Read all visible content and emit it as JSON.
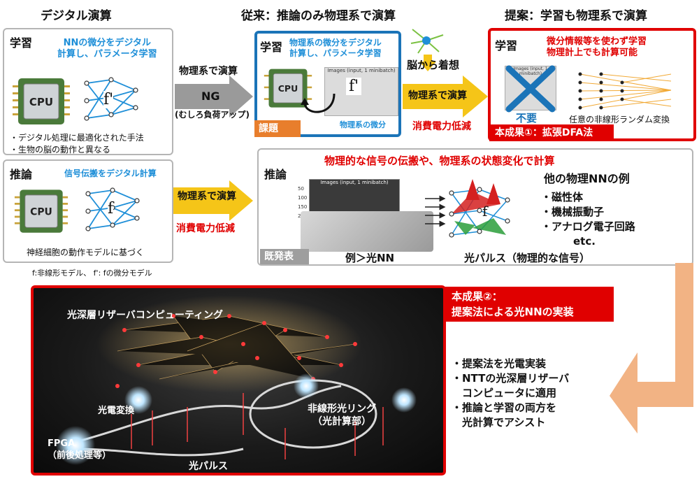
{
  "headers": {
    "digital": "デジタル演算",
    "conventional": "従来：推論のみ物理系で演算",
    "proposal": "提案：学習も物理系で演算"
  },
  "digital_learning": {
    "label": "学習",
    "desc_line1": "NNの微分をデジタル",
    "desc_line2": "計算し、パラメータ学習",
    "f_prime": "f'",
    "bullet1": "・デジタル処理に最適化された手法",
    "bullet2": "・生物の脳の動作と異なる",
    "cpu_text": "CPU"
  },
  "digital_inference": {
    "label": "推論",
    "desc": "信号伝搬をデジタル計算",
    "f": "f",
    "note": "神経細胞の動作モデルに基づく",
    "cpu_text": "CPU"
  },
  "legend_note": "f:非線形モデル、 f': fの微分モデル",
  "arrow_ng": {
    "top": "物理系で演算",
    "ng": "NG",
    "sub": "(むしろ負荷アップ)"
  },
  "arrow_inference": {
    "top": "物理系で演算",
    "bottom": "消費電力低減"
  },
  "conventional_learning": {
    "label": "学習",
    "desc_line1": "物理系の微分をデジタル",
    "desc_line2": "計算し、パラメータ学習",
    "tag": "課題",
    "f_prime": "f'",
    "sub": "物理系の微分",
    "plot_title": "Images (input, 1 minibatch)",
    "cpu_text": "CPU"
  },
  "brain_arrow": {
    "inspired": "脳から着想",
    "top": "物理系で演算",
    "bottom": "消費電力低減"
  },
  "proposal_learning": {
    "label": "学習",
    "desc_line1": "微分情報等を使わず学習",
    "desc_line2": "物理計上でも計算可能",
    "unneeded": "不要",
    "random": "任意の非線形ランダム変換",
    "plot_title": "Images (input, 1 minibatch)",
    "result1": "本成果①：拡張DFA法"
  },
  "inference_panel": {
    "label": "推論",
    "title": "物理的な信号の伝搬や、物理系の状態変化で計算",
    "existing_tag": "既発表",
    "example": "例＞光NN",
    "pulse": "光パルス（物理的な信号）",
    "f": "f",
    "plot_title": "Images (input, 1 minibatch)",
    "other_title": "他の物理NNの例",
    "others": [
      "・磁性体",
      "・機械振動子",
      "・アナログ電子回路",
      "etc."
    ],
    "y_ticks": [
      "50",
      "100",
      "150",
      "200"
    ]
  },
  "result2": {
    "line1": "本成果②：",
    "line2": "提案法による光NNの実装"
  },
  "photo": {
    "reservoir": "光深層リザーバコンピューティング",
    "oe": "光電変換",
    "ring1": "非線形光リング",
    "ring2": "（光計算部）",
    "fpga1": "FPGA",
    "fpga2": "（前後処理等）",
    "pulse": "光パルス"
  },
  "right_bullets": [
    "・提案法を光電実装",
    "・NTTの光深層リザーバ",
    "　コンピュータに適用",
    "・推論と学習の両方を",
    "　光計算でアシスト"
  ],
  "colors": {
    "blue_border": "#1b74b8",
    "red": "#e00000",
    "arrow_yellow": "#f5c518",
    "arrow_gray": "#9a9a9a",
    "orange_tag": "#e87e2c",
    "peach_arrow": "#f2b384"
  },
  "icons": [
    "cpu-icon",
    "neural-network-icon",
    "neuron-icon",
    "cross-icon",
    "light-ring-icon"
  ]
}
